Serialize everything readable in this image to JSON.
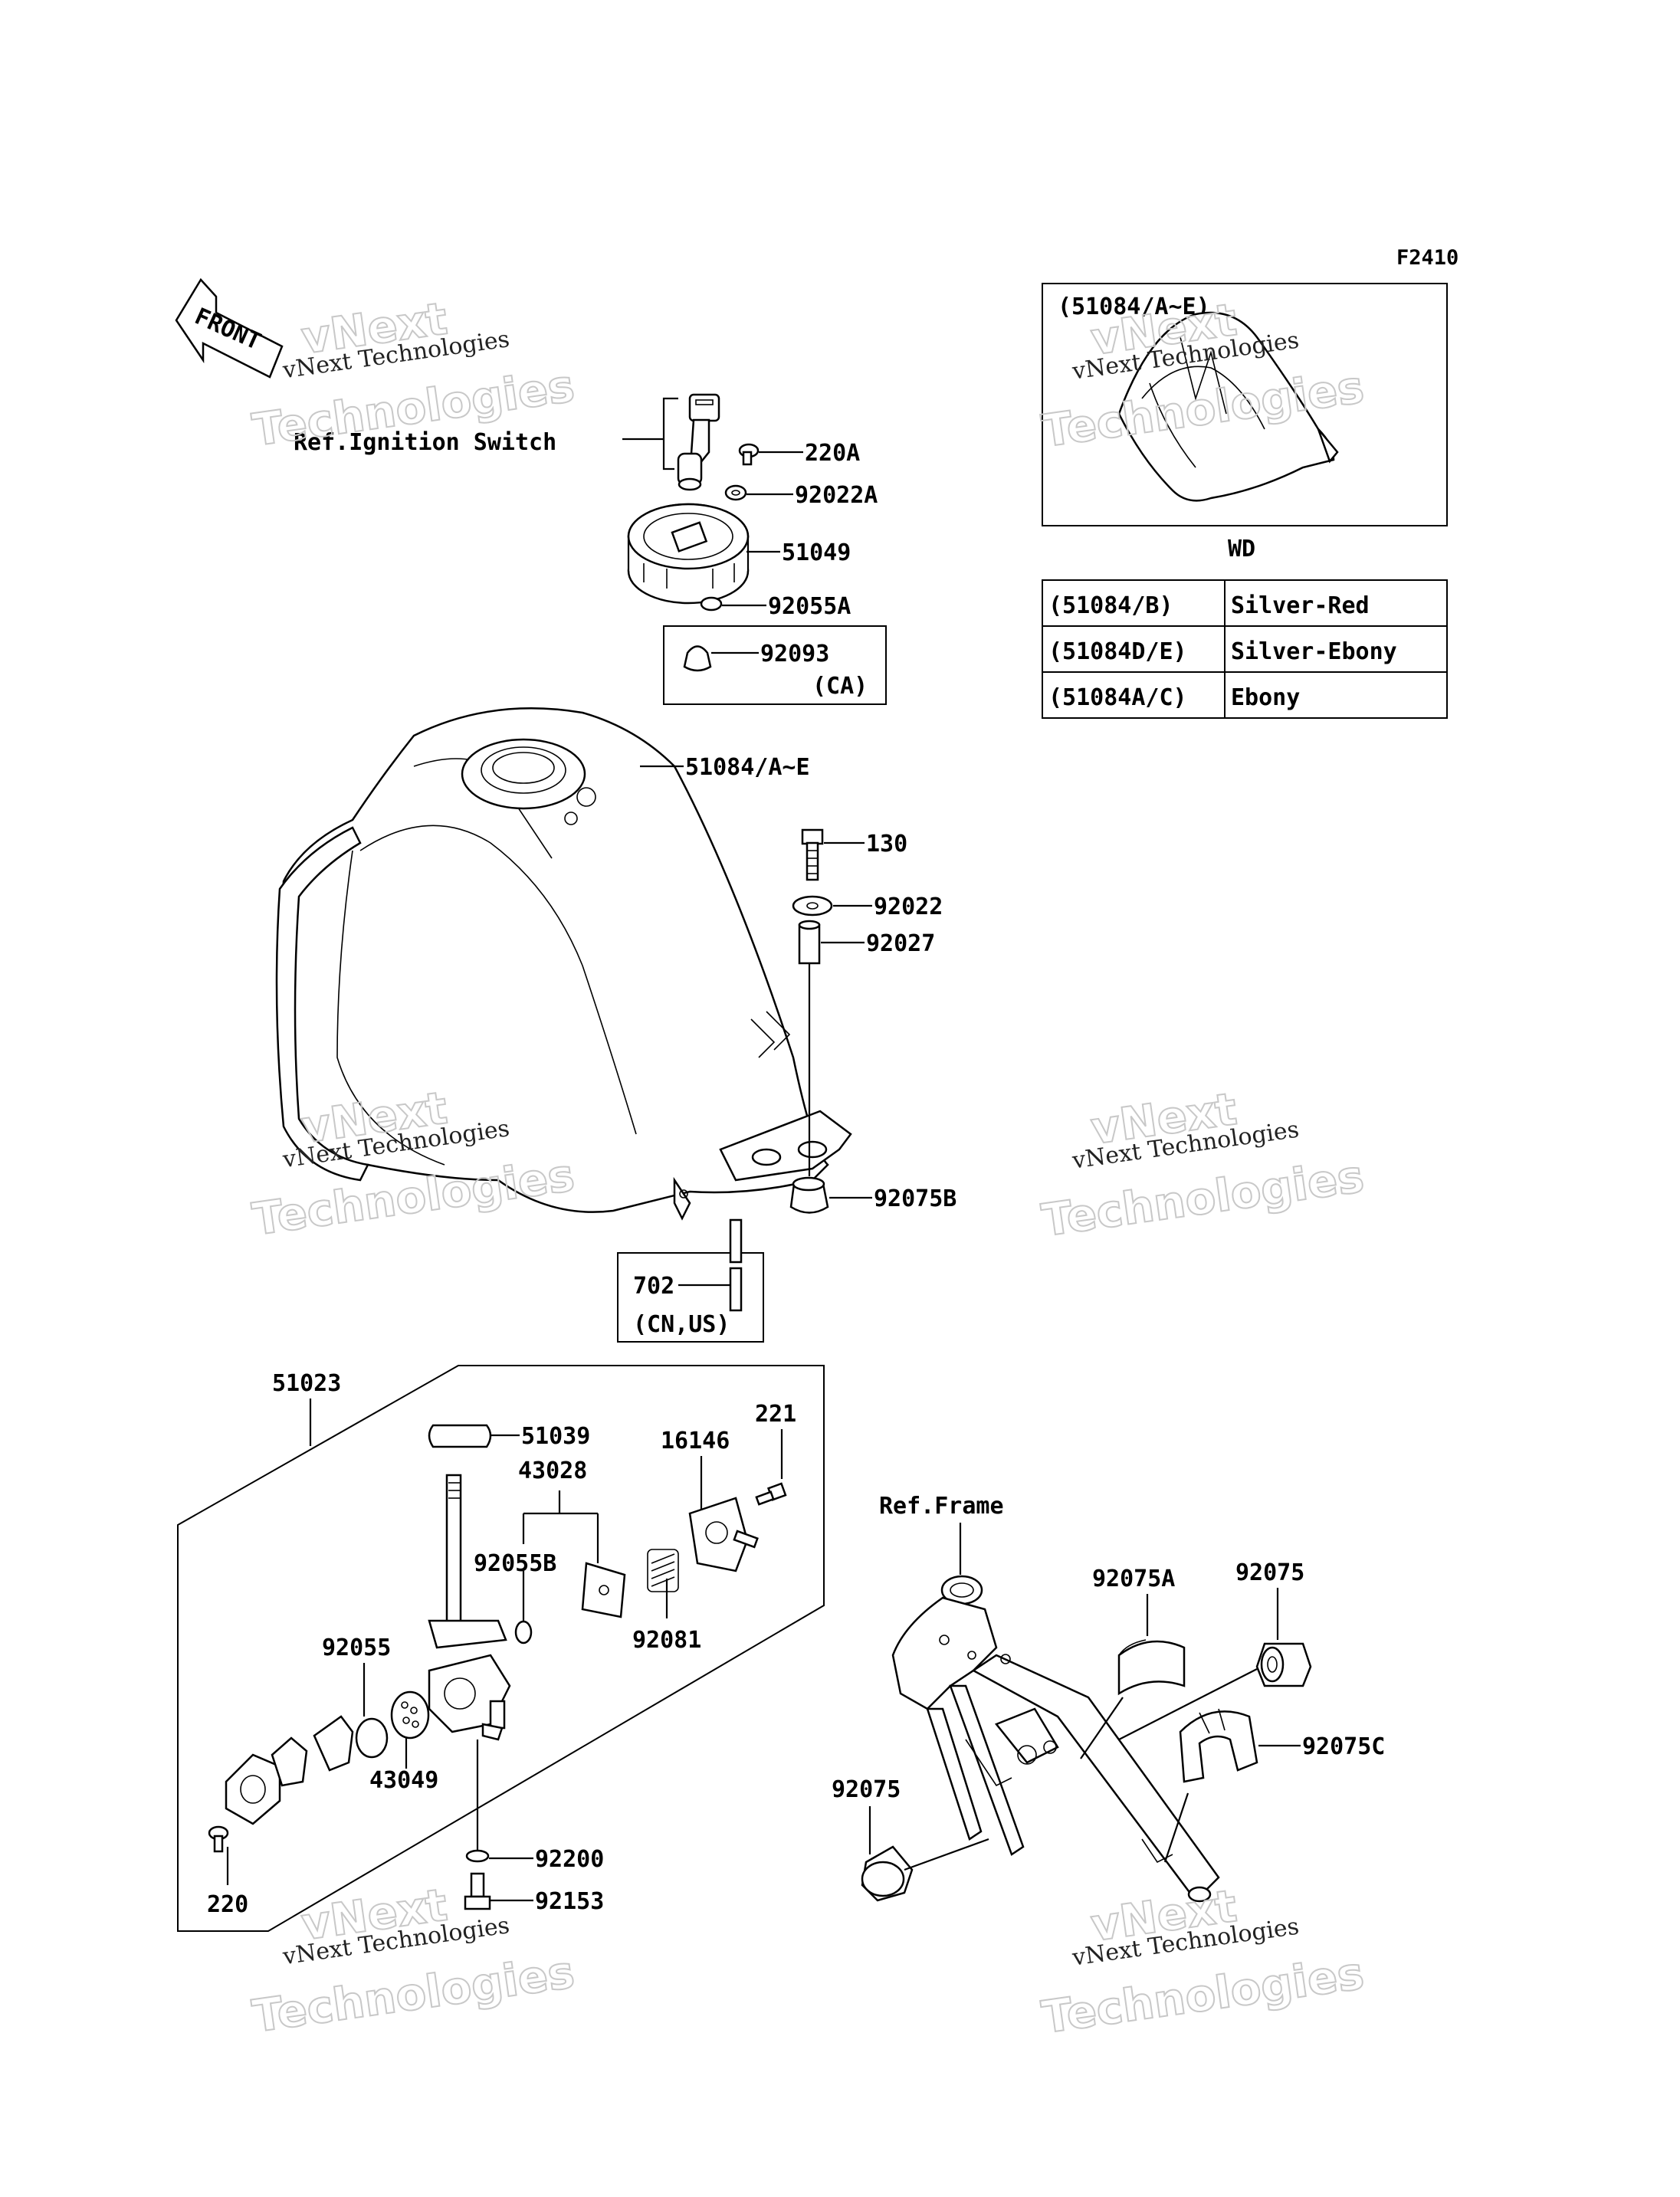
{
  "diagram_code": "F2410",
  "front_arrow": "FRONT",
  "reference_labels": {
    "ignition": "Ref.Ignition Switch",
    "frame": "Ref.Frame"
  },
  "inset": {
    "title": "(51084/A~E)",
    "caption": "WD",
    "color_table": [
      {
        "part": "(51084/B)",
        "color": "Silver-Red"
      },
      {
        "part": "(51084D/E)",
        "color": "Silver-Ebony"
      },
      {
        "part": "(51084A/C)",
        "color": "Ebony"
      }
    ]
  },
  "parts": {
    "p220A": "220A",
    "p92022A": "92022A",
    "p51049": "51049",
    "p92055A": "92055A",
    "p92093": "92093",
    "p92093_note": "(CA)",
    "p51084": "51084/A~E",
    "p130": "130",
    "p92022": "92022",
    "p92027": "92027",
    "p92075B": "92075B",
    "p702": "702",
    "p702_note": "(CN,US)",
    "p51023": "51023",
    "p51039": "51039",
    "p43028": "43028",
    "p16146": "16146",
    "p221": "221",
    "p92055B": "92055B",
    "p92081": "92081",
    "p92055": "92055",
    "p43049": "43049",
    "p92200": "92200",
    "p92153": "92153",
    "p220": "220",
    "p92075A": "92075A",
    "p92075_right": "92075",
    "p92075C": "92075C",
    "p92075_left": "92075"
  },
  "watermark": {
    "line1": "vNext Technologies",
    "line2": "vNext",
    "line3": "Technologies"
  }
}
